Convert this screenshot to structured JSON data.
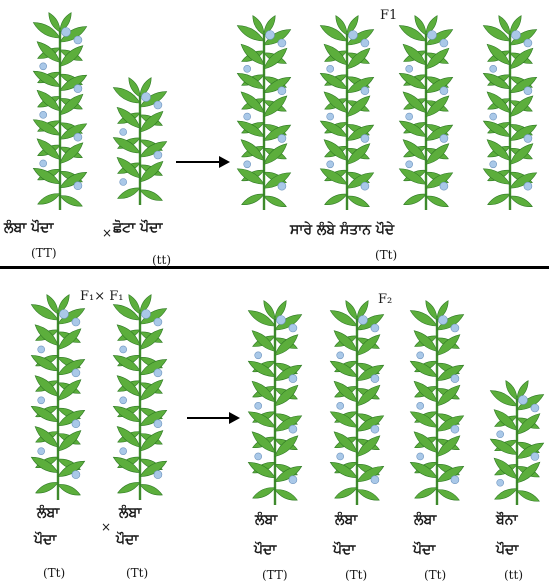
{
  "top": {
    "generation": "F1",
    "parent1_label": "ਲੰਬਾ ਪੌਦਾ",
    "parent1_genotype": "(TT)",
    "cross_symbol": "×",
    "parent2_label": "ਛੋਟਾ ਪੌਦਾ",
    "parent2_genotype": "(tt)",
    "offspring_label": "ਸਾਰੇ ਲੰਬੇ ਸੰਤਾਨ ਪੌਦੇ",
    "offspring_genotype": "(Tt)"
  },
  "bottom": {
    "cross_generation": "F₁× F₁",
    "generation": "F₂",
    "parent1_line1": "ਲੰਬਾ",
    "parent1_line2": "ਪੌਦਾ",
    "parent1_genotype": "(Tt)",
    "cross_symbol": "×",
    "parent2_line1": "ਲੰਬਾ",
    "parent2_line2": "ਪੌਦਾ",
    "parent2_genotype": "(Tt)",
    "offspring": [
      {
        "line1": "ਲੰਬਾ",
        "line2": "ਪੌਦਾ",
        "genotype": "(TT)"
      },
      {
        "line1": "ਲੰਬਾ",
        "line2": "ਪੌਦਾ",
        "genotype": "(Tt)"
      },
      {
        "line1": "ਲੰਬਾ",
        "line2": "ਪੌਦਾ",
        "genotype": "(Tt)"
      },
      {
        "line1": "ਬੌਨਾ",
        "line2": "ਪੌਦਾ",
        "genotype": "(tt)"
      }
    ]
  },
  "colors": {
    "leaf": "#5cae3c",
    "leaf_dark": "#2f7a25",
    "stem": "#3e8a2c",
    "flower": "#a9c8e8",
    "divider": "#000000"
  }
}
